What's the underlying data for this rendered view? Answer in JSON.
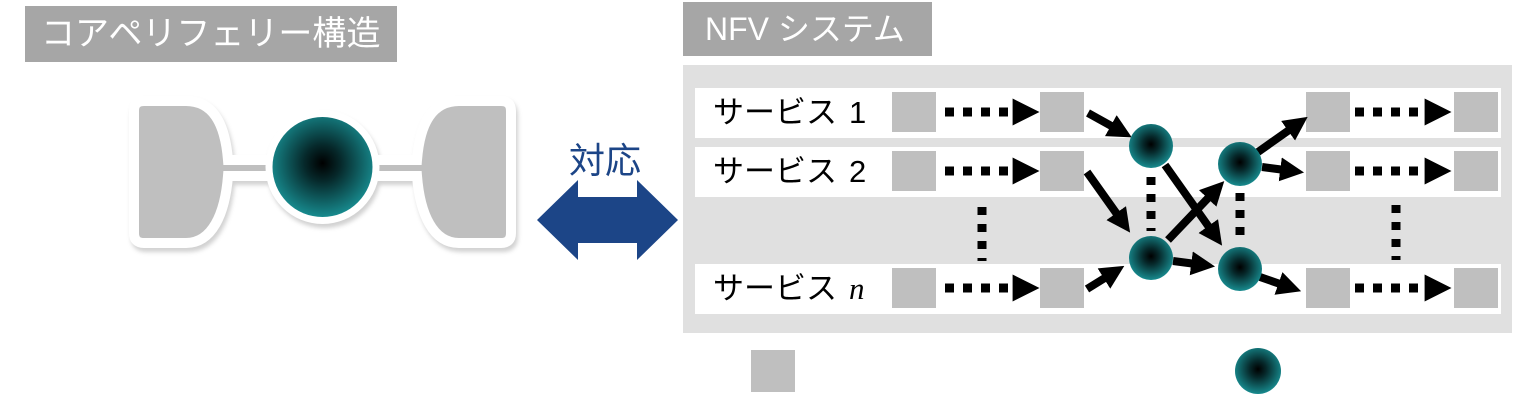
{
  "titles": {
    "core_periphery": "コアペリフェリー構造",
    "nfv_system": "NFV システム"
  },
  "mapping": {
    "label": "対応",
    "arrow_icon": "double-headed-horizontal-arrow",
    "arrow_color": "#1C4587"
  },
  "core_periphery_diagram": {
    "description_icons": [
      "periphery-block-left",
      "core-node",
      "periphery-block-right"
    ],
    "periphery_color": "#BFBFBF",
    "core_gradient": [
      "#000000",
      "#1A9B9F"
    ],
    "outline_color": "#FFFFFF"
  },
  "nfv_panel": {
    "background": "#E0E0E0",
    "stripe_color": "#FFFFFF",
    "vnf_square_color": "#BFBFBF",
    "rows": [
      {
        "label": "サービス",
        "num": "1"
      },
      {
        "label": "サービス",
        "num": "2"
      },
      {
        "label": "サービス",
        "num": "n"
      }
    ],
    "ellipsis_between_rows": "⋮",
    "arrow_color": "#000000",
    "core_node_color": "#1A9B9F"
  },
  "legend": {
    "items": [
      {
        "icon": "vnf-square",
        "color": "#BFBFBF"
      },
      {
        "icon": "core-node-circle",
        "color": "#1A9B9F"
      }
    ]
  }
}
